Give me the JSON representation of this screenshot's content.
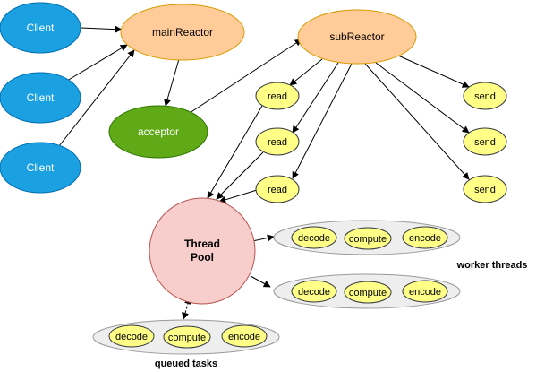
{
  "nodes": {
    "client_1": "Client",
    "client_2": "Client",
    "client_3": "Client",
    "main_reactor": "mainReactor",
    "acceptor": "acceptor",
    "sub_reactor": "subReactor",
    "read_1": "read",
    "read_2": "read",
    "read_3": "read",
    "send_1": "send",
    "send_2": "send",
    "send_3": "send",
    "thread_pool_line1": "Thread",
    "thread_pool_line2": "Pool"
  },
  "worker_group_1": {
    "decode": "decode",
    "compute": "compute",
    "encode": "encode"
  },
  "worker_group_2": {
    "decode": "decode",
    "compute": "compute",
    "encode": "encode"
  },
  "queue_group": {
    "decode": "decode",
    "compute": "compute",
    "encode": "encode"
  },
  "labels": {
    "worker_threads": "worker threads",
    "queued_tasks": "queued tasks"
  },
  "colors": {
    "client_fill": "#1ba1e2",
    "client_stroke": "#006eaf",
    "reactor_fill": "#ffcc99",
    "reactor_stroke": "#d79b00",
    "acceptor_fill": "#60a917",
    "acceptor_stroke": "#2d7600",
    "task_fill": "#ffff88",
    "task_stroke": "#36393d",
    "pool_fill": "#f8cecc",
    "pool_stroke": "#b85450",
    "group_fill": "#eeeeee",
    "group_stroke": "#999999"
  }
}
